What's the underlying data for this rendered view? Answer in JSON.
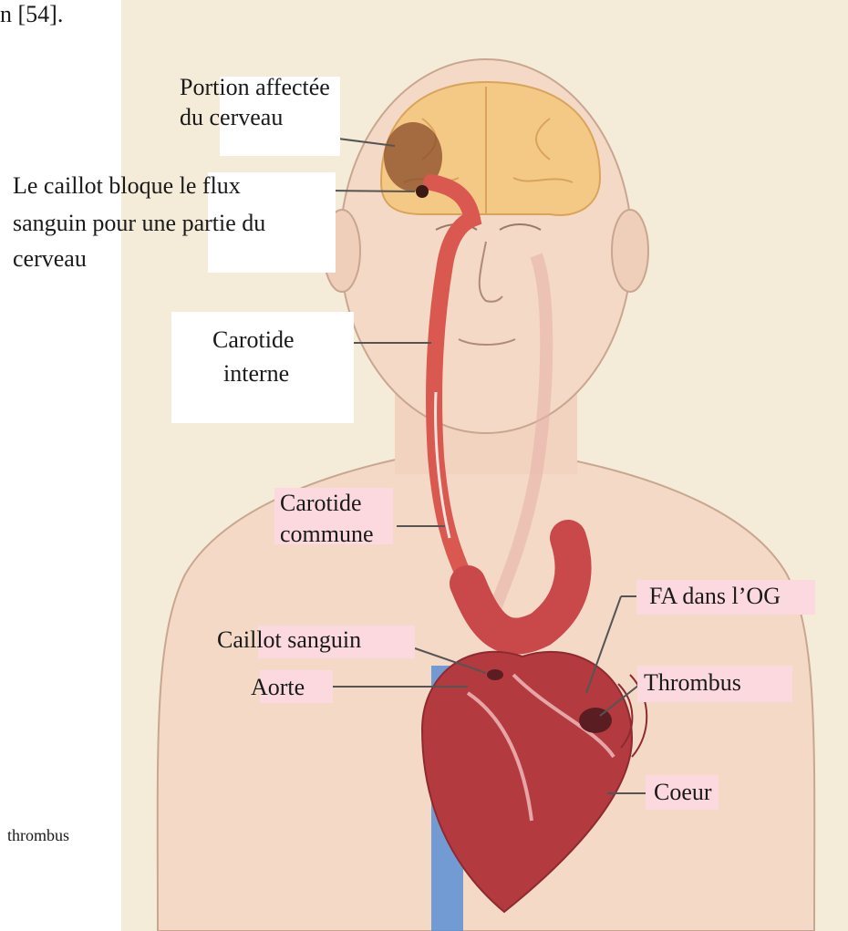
{
  "page": {
    "corner_text": "n [54].",
    "side_text": "thrombus"
  },
  "labels": {
    "brain_affected_1": "Portion affectée",
    "brain_affected_2": "du cerveau",
    "clot_block_1": "Le caillot bloque le flux",
    "clot_block_2": "sanguin pour une partie du",
    "clot_block_3": "cerveau",
    "internal_carotid_1": "Carotide",
    "internal_carotid_2": "interne",
    "common_carotid_1": "Carotide",
    "common_carotid_2": "commune",
    "af_left_atrium": "FA dans l’OG",
    "blood_clot": "Caillot sanguin",
    "aorta": "Aorte",
    "thrombus": "Thrombus",
    "heart": "Coeur"
  },
  "colors": {
    "background": "#f4ecd8",
    "skin": "#f3d9c6",
    "brain": "#f4c986",
    "artery": "#d9584f",
    "vein": "#5b8fd6",
    "heart": "#b33a3f",
    "label_highlight": "#fbd9df"
  }
}
